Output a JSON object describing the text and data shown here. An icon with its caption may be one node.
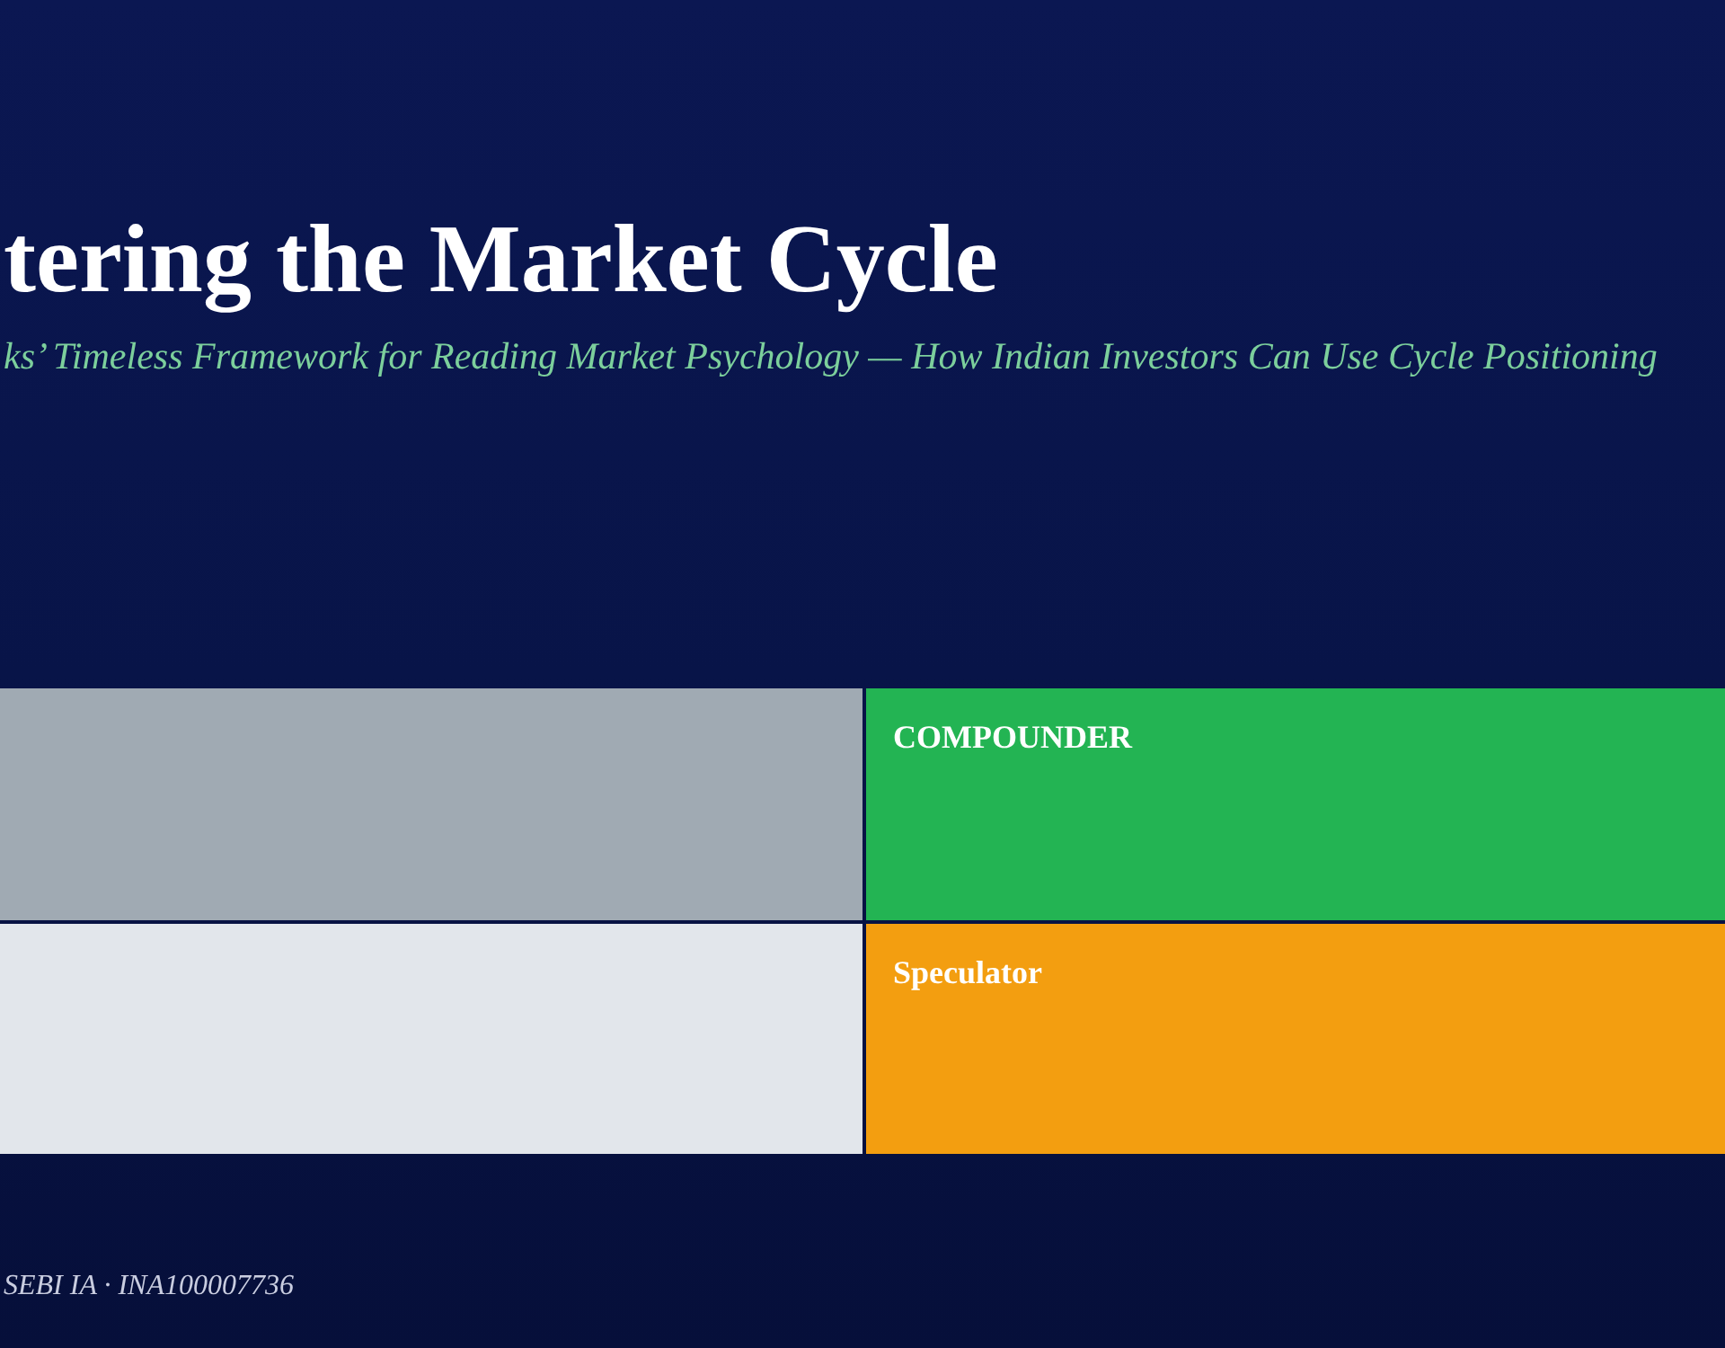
{
  "diagram": {
    "title": "tering the Market Cycle",
    "nodes": [
      {
        "text": [],
        "shape": "box"
      },
      {
        "text": [
          "COMPOUNDER"
        ]
      },
      {
        "text": [],
        "shape": "box"
      },
      {
        "text": [
          "Speculator"
        ]
      }
    ],
    "labels": [
      "ks’ Timeless Framework for Reading Market Psychology — How Indian Investors Can Use Cycle Positioning",
      "SEBI IA · INA100007736"
    ]
  }
}
